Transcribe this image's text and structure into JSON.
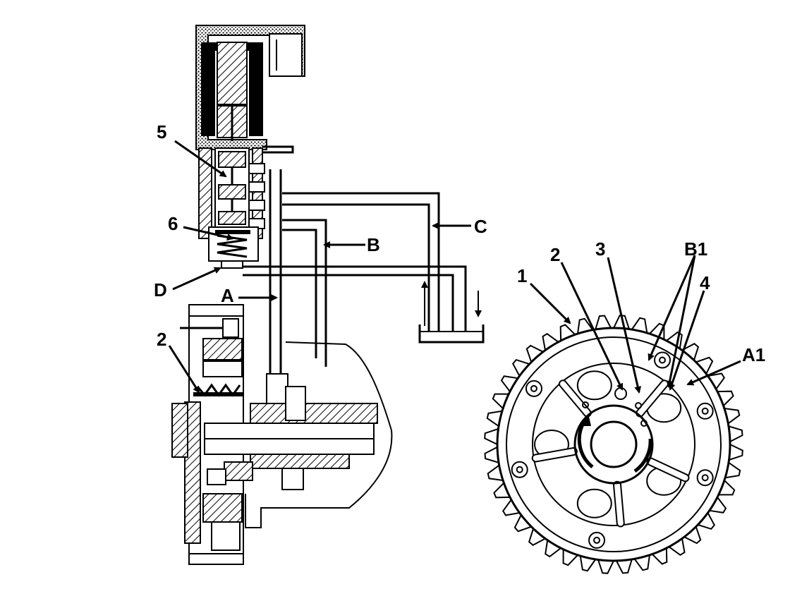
{
  "labels": {
    "left": {
      "l5": "5",
      "l6": "6",
      "C": "C",
      "B": "B",
      "D": "D",
      "A": "A",
      "l2": "2"
    },
    "right": {
      "l1": "1",
      "l2": "2",
      "l3": "3",
      "B1": "B1",
      "l4": "4",
      "A1": "A1"
    }
  }
}
